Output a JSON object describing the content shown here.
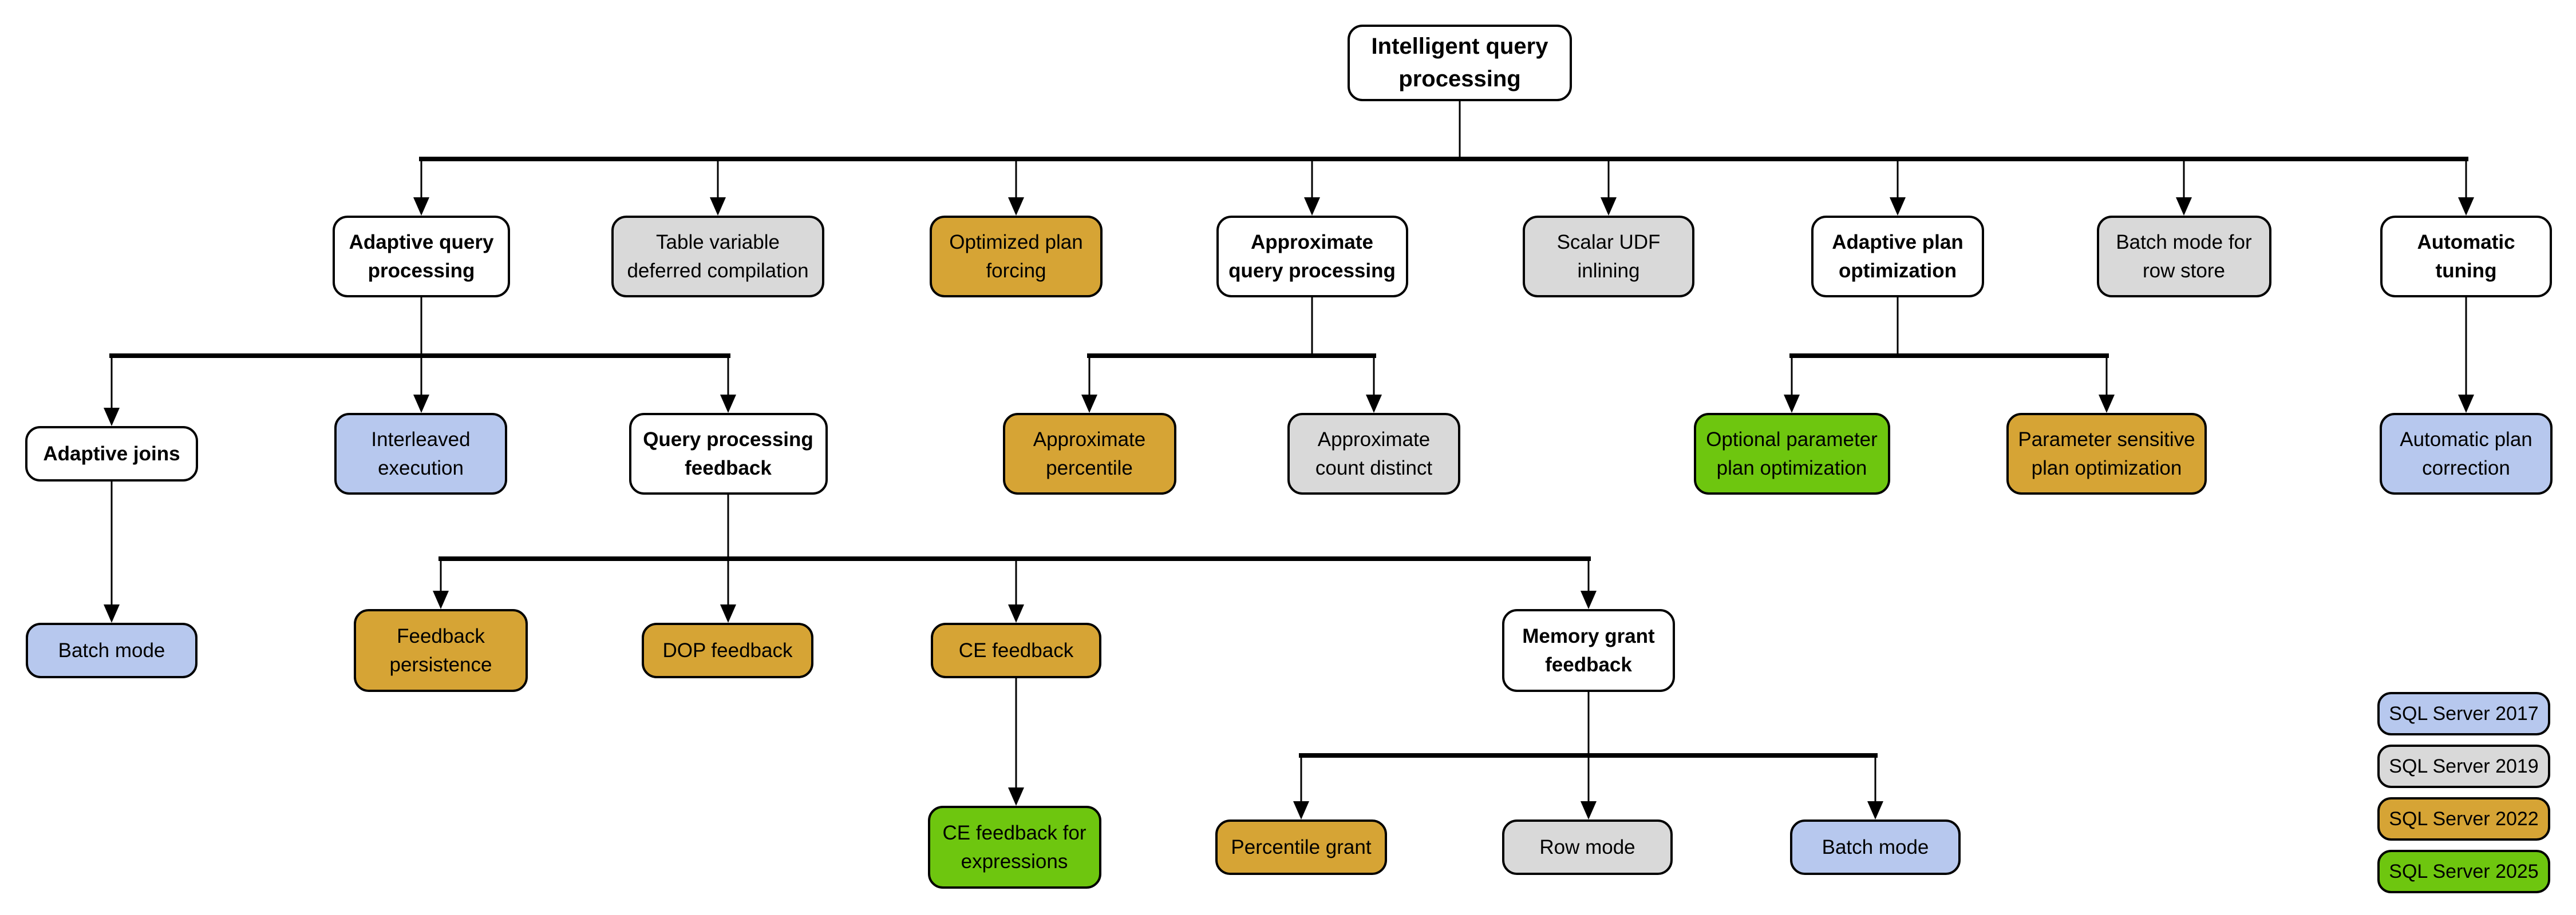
{
  "diagram": {
    "title": "Intelligent query processing",
    "colors": {
      "group": "#ffffff",
      "sql2017": "#b7c8ee",
      "sql2019": "#d9d9d9",
      "sql2022": "#d6a435",
      "sql2025": "#6ec60f",
      "line": "#000000"
    },
    "nodes": [
      {
        "id": "root",
        "label": "Intelligent query\nprocessing",
        "category": "group",
        "parent": null
      },
      {
        "id": "aqp",
        "label": "Adaptive query\nprocessing",
        "category": "group",
        "parent": "root"
      },
      {
        "id": "tvdc",
        "label": "Table variable\ndeferred compilation",
        "category": "sql2019",
        "parent": "root"
      },
      {
        "id": "opf",
        "label": "Optimized plan\nforcing",
        "category": "sql2022",
        "parent": "root"
      },
      {
        "id": "axqp",
        "label": "Approximate\nquery processing",
        "category": "group",
        "parent": "root"
      },
      {
        "id": "sudf",
        "label": "Scalar UDF\ninlining",
        "category": "sql2019",
        "parent": "root"
      },
      {
        "id": "apo",
        "label": "Adaptive plan\noptimization",
        "category": "group",
        "parent": "root"
      },
      {
        "id": "bmrs",
        "label": "Batch mode for\nrow store",
        "category": "sql2019",
        "parent": "root"
      },
      {
        "id": "at",
        "label": "Automatic\ntuning",
        "category": "group",
        "parent": "root"
      },
      {
        "id": "aj",
        "label": "Adaptive joins",
        "category": "group",
        "parent": "aqp"
      },
      {
        "id": "ie",
        "label": "Interleaved\nexecution",
        "category": "sql2017",
        "parent": "aqp"
      },
      {
        "id": "qpf",
        "label": "Query processing\nfeedback",
        "category": "group",
        "parent": "aqp"
      },
      {
        "id": "apct",
        "label": "Approximate\npercentile",
        "category": "sql2022",
        "parent": "axqp"
      },
      {
        "id": "acd",
        "label": "Approximate\ncount distinct",
        "category": "sql2019",
        "parent": "axqp"
      },
      {
        "id": "oppo",
        "label": "Optional parameter\nplan optimization",
        "category": "sql2025",
        "parent": "apo"
      },
      {
        "id": "pspo",
        "label": "Parameter sensitive\nplan optimization",
        "category": "sql2022",
        "parent": "apo"
      },
      {
        "id": "apc",
        "label": "Automatic plan\ncorrection",
        "category": "sql2017",
        "parent": "at"
      },
      {
        "id": "bm1",
        "label": "Batch mode",
        "category": "sql2017",
        "parent": "aj"
      },
      {
        "id": "fp",
        "label": "Feedback\npersistence",
        "category": "sql2022",
        "parent": "qpf"
      },
      {
        "id": "dop",
        "label": "DOP feedback",
        "category": "sql2022",
        "parent": "qpf"
      },
      {
        "id": "ce",
        "label": "CE feedback",
        "category": "sql2022",
        "parent": "qpf"
      },
      {
        "id": "mgf",
        "label": "Memory grant\nfeedback",
        "category": "group",
        "parent": "qpf"
      },
      {
        "id": "cefe",
        "label": "CE feedback for\nexpressions",
        "category": "sql2025",
        "parent": "ce"
      },
      {
        "id": "pg",
        "label": "Percentile grant",
        "category": "sql2022",
        "parent": "mgf"
      },
      {
        "id": "rm",
        "label": "Row mode",
        "category": "sql2019",
        "parent": "mgf"
      },
      {
        "id": "bm2",
        "label": "Batch mode",
        "category": "sql2017",
        "parent": "mgf"
      }
    ],
    "legend": [
      {
        "label": "SQL Server 2017",
        "category": "sql2017"
      },
      {
        "label": "SQL Server 2019",
        "category": "sql2019"
      },
      {
        "label": "SQL Server 2022",
        "category": "sql2022"
      },
      {
        "label": "SQL Server 2025",
        "category": "sql2025"
      }
    ]
  }
}
